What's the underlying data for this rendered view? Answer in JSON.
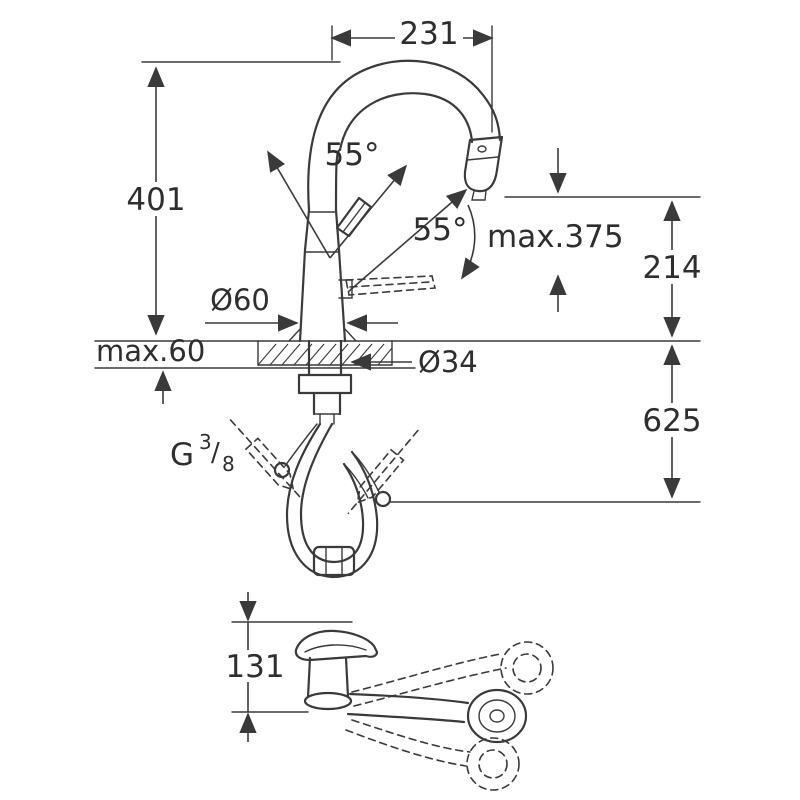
{
  "meta": {
    "background": "#ffffff",
    "line_color": "#3a3a3a",
    "text_color": "#2e2e2e",
    "drawing_type": "faucet dimensional technical drawing"
  },
  "labels": {
    "spout_width": "231",
    "total_height": "401",
    "handle_angle_upper": "55°",
    "handle_angle_lower": "55°",
    "max_spout_height": "max.375",
    "outlet_to_deck": "214",
    "body_diameter": "Ø60",
    "deck_thickness": "max.60",
    "shank_diameter": "Ø34",
    "hose_length": "625",
    "side_height": "131",
    "thread": {
      "prefix": "G",
      "numerator": "3",
      "slash": "/",
      "denominator": "8"
    }
  }
}
